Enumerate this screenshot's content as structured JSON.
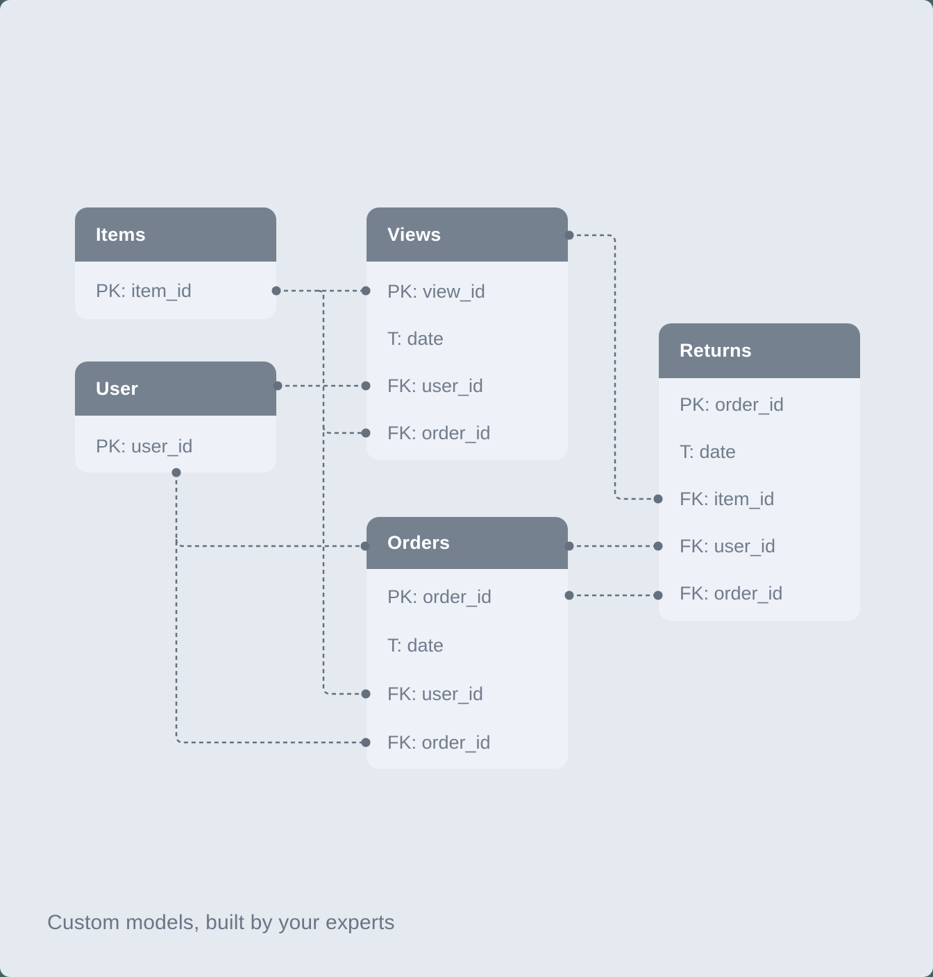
{
  "caption": "Custom models, built by your experts",
  "colors": {
    "page_behind": "#456069",
    "card_bg": "#e5e9f0",
    "table_bg": "#eef1f7",
    "header_bg": "#76818f",
    "header_text": "#ffffff",
    "field_text": "#707c8c",
    "connector": "#64707e"
  },
  "tables": [
    {
      "name": "Items",
      "fields": [
        "PK: item_id"
      ]
    },
    {
      "name": "Views",
      "fields": [
        "PK: view_id",
        "T: date",
        "FK: user_id",
        "FK: order_id"
      ]
    },
    {
      "name": "User",
      "fields": [
        "PK: user_id"
      ]
    },
    {
      "name": "Orders",
      "fields": [
        "PK: order_id",
        "T: date",
        "FK: user_id",
        "FK: order_id"
      ]
    },
    {
      "name": "Returns",
      "fields": [
        "PK: order_id",
        "T: date",
        "FK: item_id",
        "FK: user_id",
        "FK: order_id"
      ]
    }
  ],
  "connections": [
    {
      "from": "Items.item_id",
      "to": "Views.view_id"
    },
    {
      "from": "User",
      "to": "Views.user_id"
    },
    {
      "from": "Views.order_id",
      "to": "Orders.user_id"
    },
    {
      "from": "Views",
      "to": "Returns.item_id"
    },
    {
      "from": "Orders",
      "to": "Returns.user_id"
    },
    {
      "from": "Orders.order_id",
      "to": "Returns.order_id"
    },
    {
      "from": "User.user_id",
      "to": "Orders.order_id"
    },
    {
      "from": "User.user_id",
      "to": "Orders"
    }
  ]
}
